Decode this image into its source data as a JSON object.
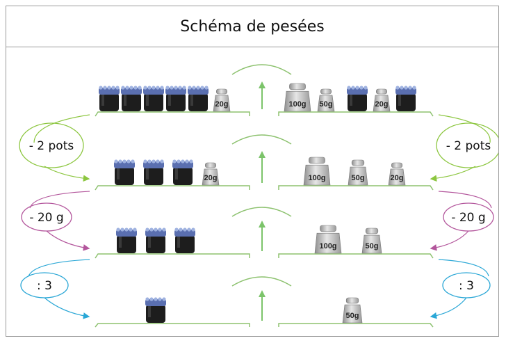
{
  "title": "Schéma de pesées",
  "weights": {
    "w100": "100g",
    "w50": "50g",
    "w20": "20g"
  },
  "operations": {
    "remove_pots": "- 2 pots",
    "remove_20g": "- 20 g",
    "divide_3": ": 3"
  },
  "colors": {
    "pot_body": "#1d1d1d",
    "pot_lid": "#5a6fb0",
    "weight_grey": "#b9b9b9",
    "scale_line": "#8dc26f",
    "arrow_green": "#7cc46a",
    "step1_color": "#8cc63f",
    "step2_color": "#b3569c",
    "step3_color": "#2aa7d6"
  },
  "rows": [
    {
      "left": {
        "pots": 5,
        "weights": [
          "20g"
        ]
      },
      "right": {
        "pots": 2,
        "weights": [
          "100g",
          "50g",
          "20g"
        ]
      }
    },
    {
      "left": {
        "pots": 3,
        "weights": [
          "20g"
        ]
      },
      "right": {
        "pots": 0,
        "weights": [
          "100g",
          "50g",
          "20g"
        ]
      }
    },
    {
      "left": {
        "pots": 3,
        "weights": []
      },
      "right": {
        "pots": 0,
        "weights": [
          "100g",
          "50g"
        ]
      }
    },
    {
      "left": {
        "pots": 1,
        "weights": []
      },
      "right": {
        "pots": 0,
        "weights": [
          "50g"
        ]
      }
    }
  ]
}
